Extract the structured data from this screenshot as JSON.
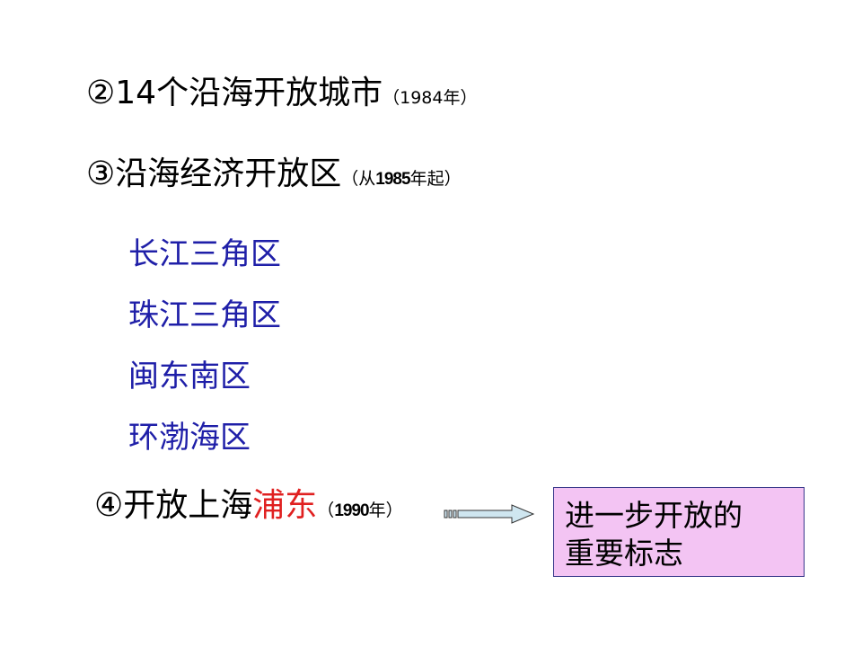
{
  "item2": {
    "main": "②14个沿海开放城市",
    "paren_open": "（",
    "year": "1984年",
    "paren_close": "）"
  },
  "item3": {
    "main": "③沿海经济开放区",
    "paren_open": "（从",
    "year": "1985",
    "suffix": "年起）"
  },
  "regions": [
    "长江三角区",
    "珠江三角区",
    "闽东南区",
    "环渤海区"
  ],
  "item4": {
    "main": "④开放上海",
    "highlight": "浦东",
    "paren_open": "（",
    "year": "1990",
    "suffix": "年）"
  },
  "note": {
    "line1": "进一步开放的",
    "line2": "重要标志"
  },
  "colors": {
    "region_text": "#1f1fa8",
    "highlight": "#e02020",
    "note_bg": "#f3c4f3",
    "note_border": "#3a3a8c",
    "arrow_fill": "#cfe6f0"
  },
  "icons": {
    "arrow": "right-arrow-icon"
  }
}
